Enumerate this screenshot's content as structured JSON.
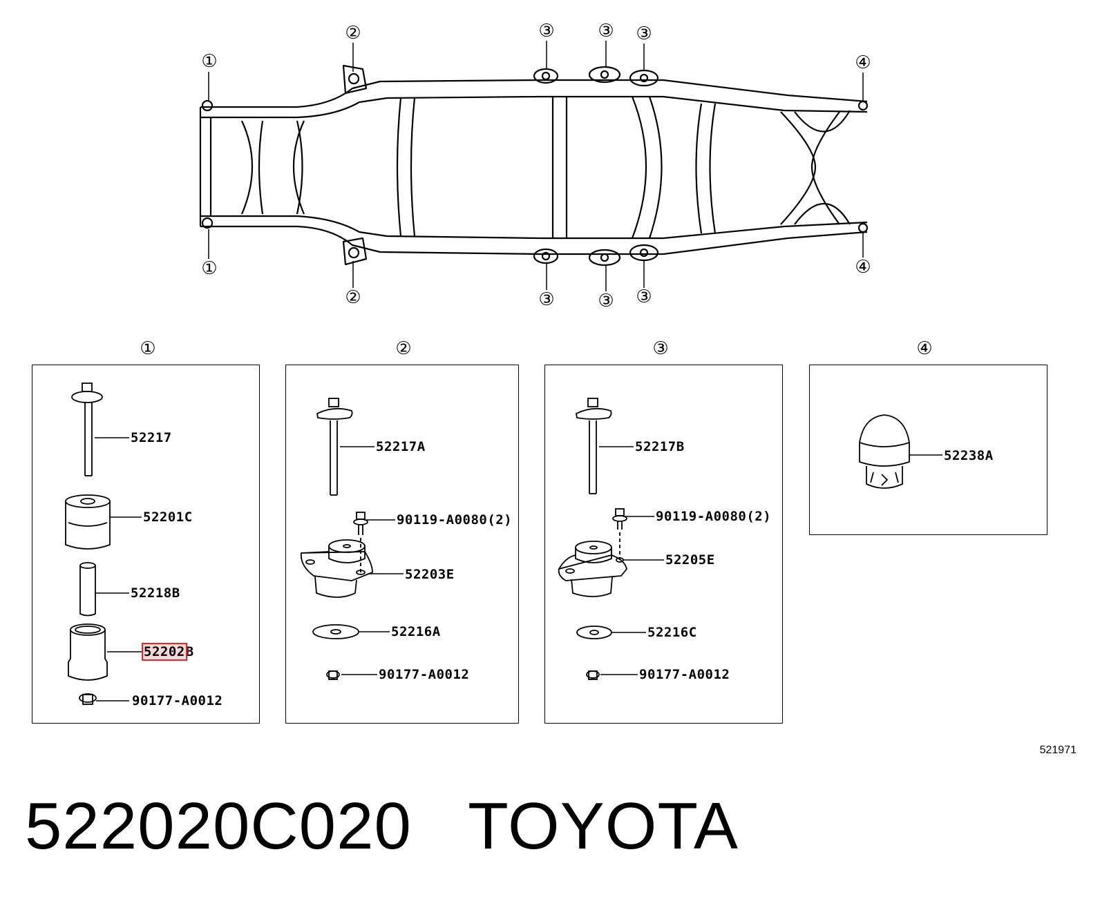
{
  "overview": {
    "callouts": [
      {
        "id": "c1-top",
        "label": "①"
      },
      {
        "id": "c1-bot",
        "label": "①"
      },
      {
        "id": "c2-top",
        "label": "②"
      },
      {
        "id": "c2-bot",
        "label": "②"
      },
      {
        "id": "c3-top-a",
        "label": "③"
      },
      {
        "id": "c3-top-b",
        "label": "③"
      },
      {
        "id": "c3-top-c",
        "label": "③"
      },
      {
        "id": "c3-bot-a",
        "label": "③"
      },
      {
        "id": "c3-bot-b",
        "label": "③"
      },
      {
        "id": "c3-bot-c",
        "label": "③"
      },
      {
        "id": "c4-top",
        "label": "④"
      },
      {
        "id": "c4-bot",
        "label": "④"
      }
    ]
  },
  "panels": [
    {
      "heading": "①",
      "parts": [
        {
          "number": "52217"
        },
        {
          "number": "52201C"
        },
        {
          "number": "52218B"
        },
        {
          "number_highlight": "52202",
          "number_rest": "B"
        },
        {
          "number": "90177-A0012"
        }
      ]
    },
    {
      "heading": "②",
      "parts": [
        {
          "number": "52217A"
        },
        {
          "number": "90119-A0080(2)"
        },
        {
          "number": "52203E"
        },
        {
          "number": "52216A"
        },
        {
          "number": "90177-A0012"
        }
      ]
    },
    {
      "heading": "③",
      "parts": [
        {
          "number": "52217B"
        },
        {
          "number": "90119-A0080(2)"
        },
        {
          "number": "52205E"
        },
        {
          "number": "52216C"
        },
        {
          "number": "90177-A0012"
        }
      ]
    },
    {
      "heading": "④",
      "parts": [
        {
          "number": "52238A"
        }
      ]
    }
  ],
  "reference_code": "521971",
  "footer": {
    "part_number": "522020C020",
    "brand": "TOYOTA"
  },
  "colors": {
    "highlight_border": "#e0282b",
    "highlight_fill": "#f6d8d8",
    "line": "#000000"
  }
}
